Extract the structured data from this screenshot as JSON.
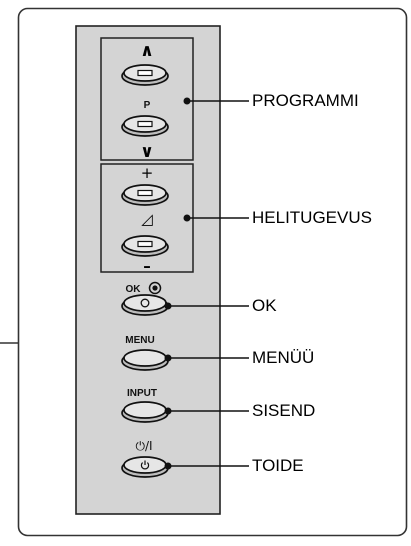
{
  "panel": {
    "background": "#d4d4d4",
    "frame_color": "#222222",
    "program_group": {
      "up_symbol": "∧",
      "label": "P",
      "down_symbol": "∨"
    },
    "volume_group": {
      "plus_symbol": "+",
      "volume_symbol": "◿",
      "minus_symbol": "–"
    },
    "ok_label": "OK",
    "menu_label": "MENU",
    "input_label": "INPUT",
    "power_label": "⏻/I"
  },
  "callouts": {
    "programmi": "PROGRAMMI",
    "helitugevus": "HELITUGEVUS",
    "ok": "OK",
    "menuu": "MENÜÜ",
    "sisend": "SISEND",
    "toide": "TOIDE"
  }
}
